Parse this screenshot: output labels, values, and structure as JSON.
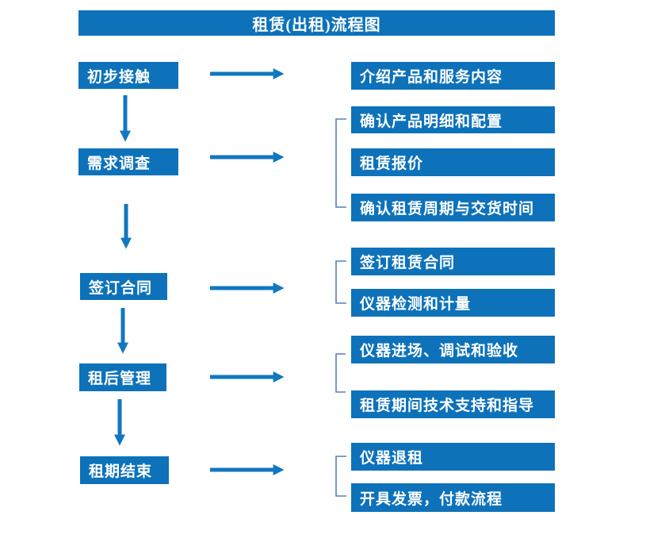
{
  "title": "租赁(出租)流程图",
  "colors": {
    "box_blue": "#0d72ba",
    "arrow_blue": "#1177c0",
    "bracket_blue": "#5580c0",
    "text_white": "#ffffff",
    "background": "#ffffff"
  },
  "steps": [
    {
      "label": "初步接触",
      "details": [
        "介绍产品和服务内容"
      ]
    },
    {
      "label": "需求调查",
      "details": [
        "确认产品明细和配置",
        "租赁报价",
        "确认租赁周期与交货时间"
      ]
    },
    {
      "label": "签订合同",
      "details": [
        "签订租赁合同",
        "仪器检测和计量"
      ]
    },
    {
      "label": "租后管理",
      "details": [
        "仪器进场、调试和验收",
        "租赁期间技术支持和指导"
      ]
    },
    {
      "label": "租期结束",
      "details": [
        "仪器退租",
        "开具发票，付款流程"
      ]
    }
  ]
}
